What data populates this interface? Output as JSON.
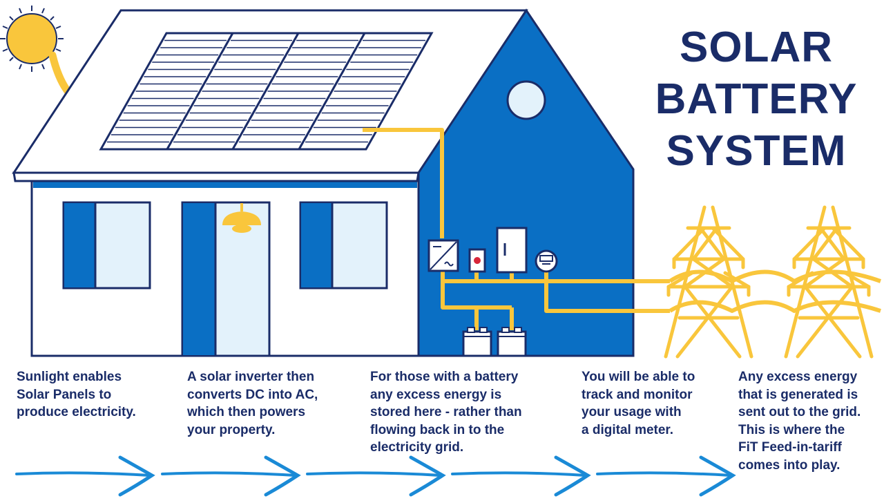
{
  "title_lines": [
    "SOLAR",
    "BATTERY",
    "SYSTEM"
  ],
  "steps": [
    {
      "text": "Sunlight enables\nSolar Panels to\nproduce electricity."
    },
    {
      "text": "A solar inverter then\nconverts DC into AC,\nwhich then powers\nyour property."
    },
    {
      "text": "For those with a battery\nany excess energy is\nstored here - rather than\nflowing back in to the\nelectricity grid."
    },
    {
      "text": "You will be able to\ntrack and monitor\nyour usage with\na digital meter."
    },
    {
      "text": "Any excess energy\nthat is generated is\nsent out to the grid.\nThis is where the\nFiT Feed-in-tariff\ncomes into play."
    }
  ],
  "colors": {
    "navy": "#1a2c68",
    "blue": "#0a6fc4",
    "light_blue": "#e3f2fb",
    "yellow": "#f9c63c",
    "arrow_blue": "#1a8ad6"
  },
  "icons": [
    "sun-icon",
    "solar-panel-icon",
    "inverter-icon",
    "switch-icon",
    "battery-icon",
    "digital-meter-icon",
    "pylon-icon",
    "arrow-right-icon"
  ]
}
